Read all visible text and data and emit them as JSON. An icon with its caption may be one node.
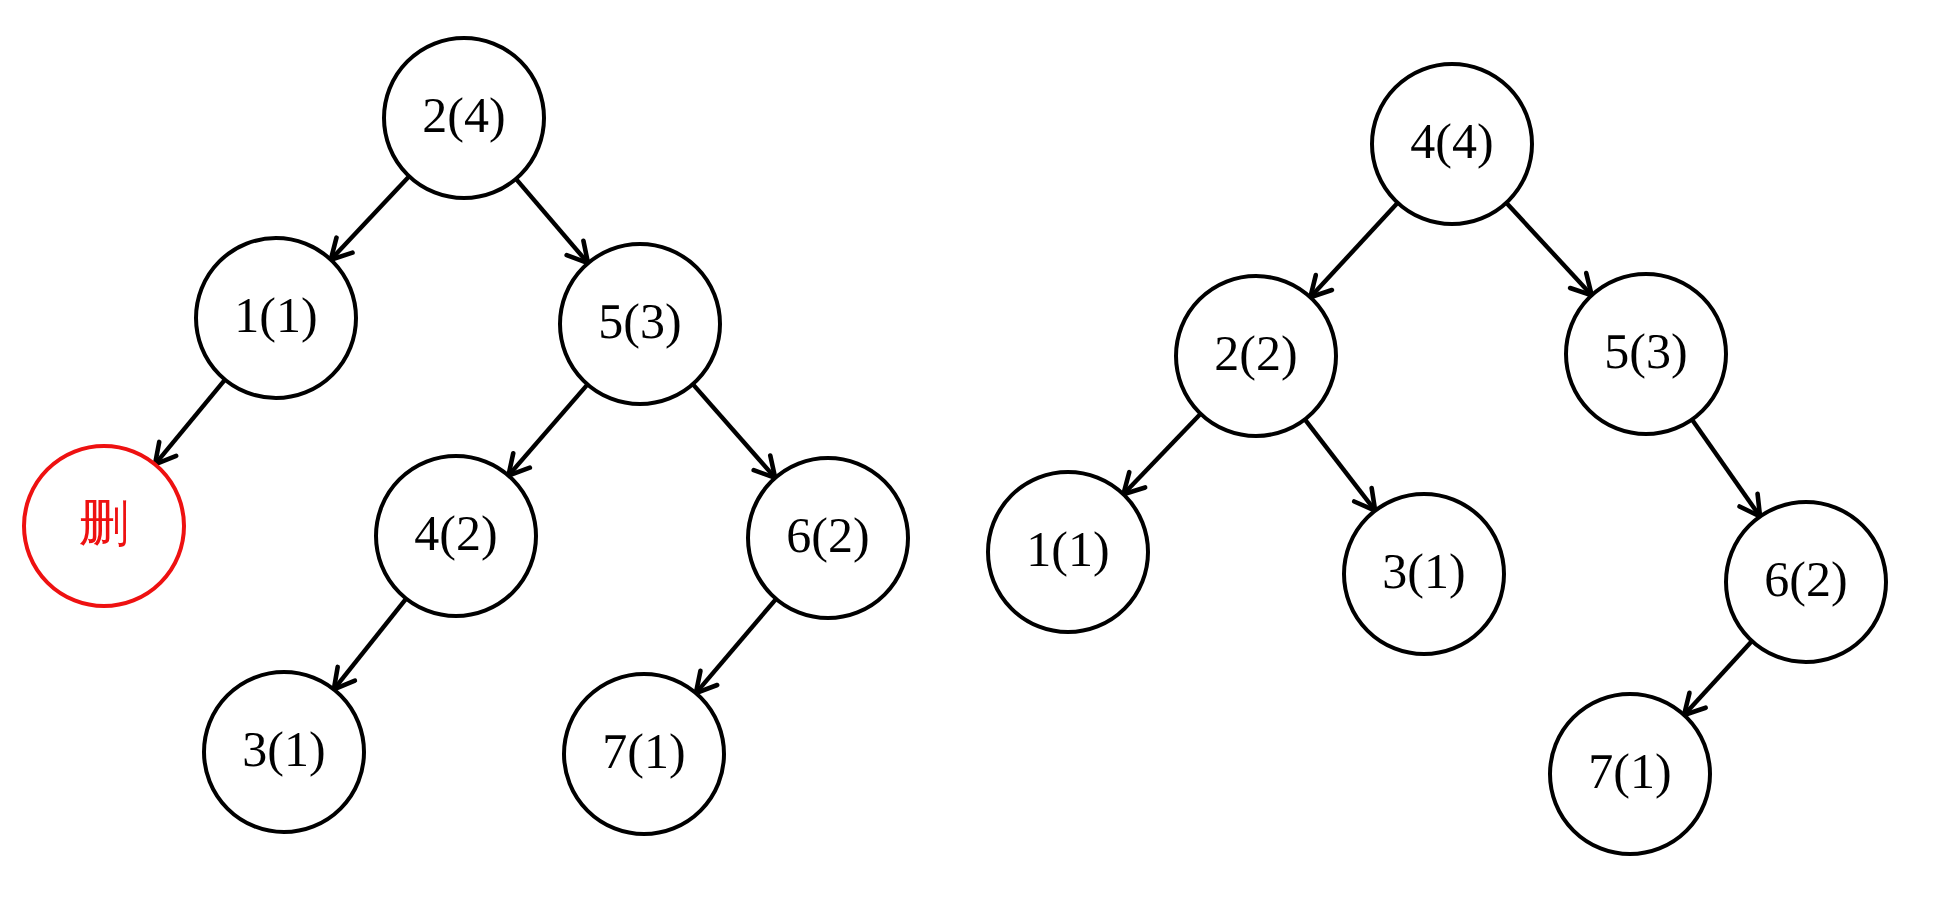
{
  "diagram": {
    "nodes": [
      {
        "text": [
          "2(4)"
        ]
      },
      {
        "text": [
          "1(1)"
        ]
      },
      {
        "text": [
          "5(3)"
        ]
      },
      {
        "text": [
          "删"
        ]
      },
      {
        "text": [
          "4(2)"
        ]
      },
      {
        "text": [
          "6(2)"
        ]
      },
      {
        "text": [
          "3(1)"
        ]
      },
      {
        "text": [
          "7(1)"
        ]
      },
      {
        "text": [
          "4(4)"
        ]
      },
      {
        "text": [
          "2(2)"
        ]
      },
      {
        "text": [
          "5(3)"
        ]
      },
      {
        "text": [
          "1(1)"
        ]
      },
      {
        "text": [
          "3(1)"
        ]
      },
      {
        "text": [
          "6(2)"
        ]
      },
      {
        "text": [
          "7(1)"
        ]
      }
    ],
    "edges": [
      {
        "from": 0,
        "to": 1,
        "arrow": "to"
      },
      {
        "from": 0,
        "to": 2,
        "arrow": "to"
      },
      {
        "from": 1,
        "to": 3,
        "arrow": "to"
      },
      {
        "from": 2,
        "to": 4,
        "arrow": "to"
      },
      {
        "from": 2,
        "to": 5,
        "arrow": "to"
      },
      {
        "from": 4,
        "to": 6,
        "arrow": "to"
      },
      {
        "from": 5,
        "to": 7,
        "arrow": "to"
      },
      {
        "from": 8,
        "to": 9,
        "arrow": "to"
      },
      {
        "from": 8,
        "to": 10,
        "arrow": "to"
      },
      {
        "from": 9,
        "to": 11,
        "arrow": "to"
      },
      {
        "from": 9,
        "to": 12,
        "arrow": "to"
      },
      {
        "from": 10,
        "to": 13,
        "arrow": "to"
      },
      {
        "from": 13,
        "to": 14,
        "arrow": "to"
      }
    ]
  }
}
